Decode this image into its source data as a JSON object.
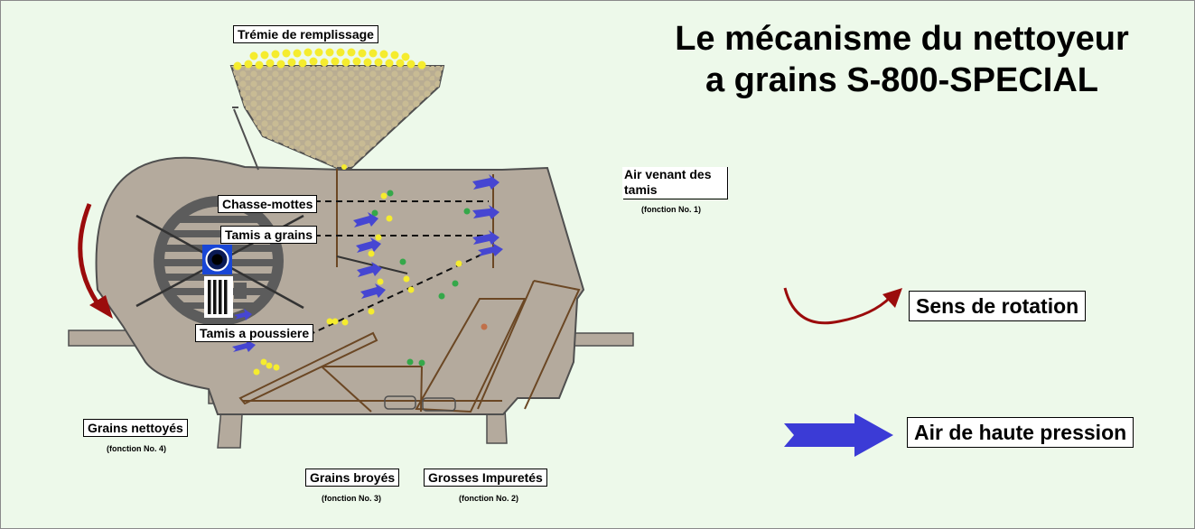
{
  "title_line1": "Le mécanisme du nettoyeur",
  "title_line2": "a grains S-800-SPECIAL",
  "labels": {
    "hopper": "Trémie de remplissage",
    "clod_chaser": "Chasse-mottes",
    "grain_sieve": "Tamis a grains",
    "dust_sieve": "Tamis a poussiere",
    "air_sieves": "Air venant des tamis",
    "air_sieves_fn": "(fonction No. 1)",
    "clean_grain": "Grains nettoyés",
    "clean_grain_fn": "(fonction No. 4)",
    "crushed_grain": "Grains broyés",
    "crushed_grain_fn": "(fonction No. 3)",
    "coarse_impurities": "Grosses Impuretés",
    "coarse_impurities_fn": "(fonction No. 2)"
  },
  "legend": {
    "rotation": "Sens de rotation",
    "high_pressure_air": "Air de haute pression"
  },
  "colors": {
    "background": "#edf9ea",
    "machine_body": "#b4aa9d",
    "hopper_fill": "#b9ad92",
    "grain_yellow": "#f5ec2e",
    "impurity_green": "#35a84a",
    "air_arrow_blue": "#4646d2",
    "rotation_red": "#9b0c0c",
    "chute_lines": "#6b4724"
  },
  "icons": {
    "rotation_arrow": "curved-arrow-icon",
    "air_arrow": "blue-arrow-icon"
  }
}
